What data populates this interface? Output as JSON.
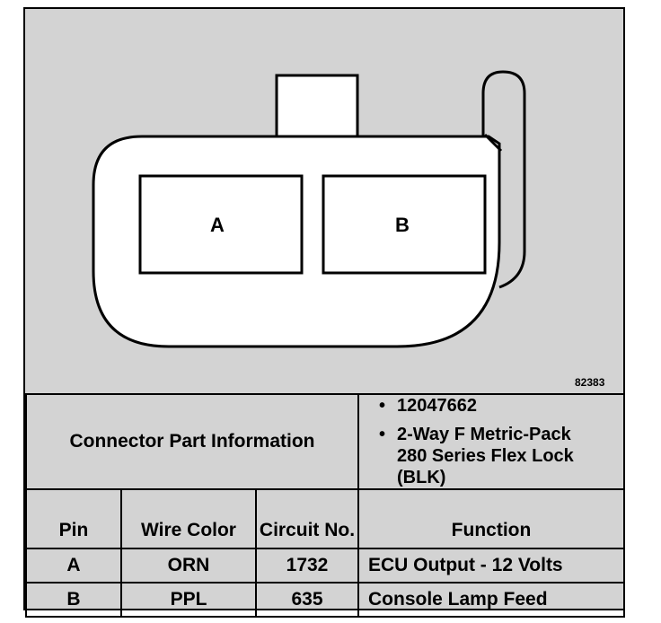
{
  "diagram": {
    "pin_labels": [
      "A",
      "B"
    ],
    "figure_number": "82383"
  },
  "connector_info": {
    "label": "Connector Part Information",
    "items": [
      "12047662",
      "2-Way F Metric-Pack",
      "280 Series Flex Lock (BLK)"
    ]
  },
  "table": {
    "headers": [
      "Pin",
      "Wire Color",
      "Circuit No.",
      "Function"
    ],
    "rows": [
      {
        "pin": "A",
        "wire_color": "ORN",
        "circuit": "1732",
        "function": "ECU Output - 12 Volts"
      },
      {
        "pin": "B",
        "wire_color": "PPL",
        "circuit": "635",
        "function": "Console Lamp Feed"
      }
    ]
  }
}
